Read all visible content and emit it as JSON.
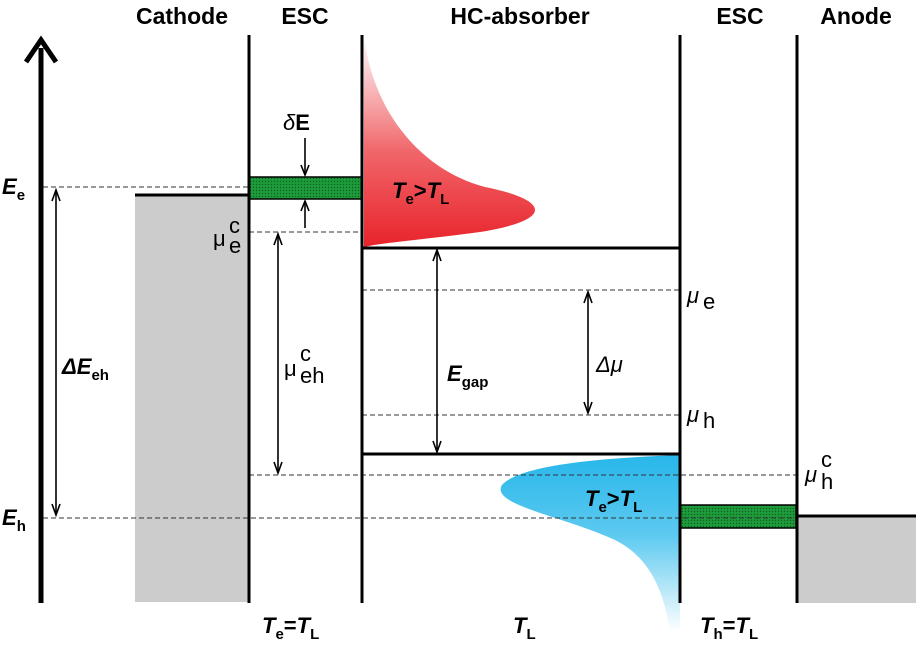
{
  "titles": {
    "cathode": "Cathode",
    "esc_left": "ESC",
    "absorber": "HC-absorber",
    "esc_right": "ESC",
    "anode": "Anode"
  },
  "levels": {
    "E": "E",
    "e_sub": "e",
    "h_sub": "h"
  },
  "labels": {
    "delta_E_eh": {
      "main": "ΔE",
      "sub": "eh"
    },
    "mu_e_c": {
      "main": "μ",
      "sub": "e",
      "sup": "c"
    },
    "mu_eh_c": {
      "main": "μ",
      "sub": "eh",
      "sup": "c"
    },
    "delta_E": {
      "prefix": "δ",
      "main": "E"
    },
    "E_gap": {
      "main": "E",
      "sub": "gap"
    },
    "delta_mu": {
      "main": "Δμ"
    },
    "mu_e": {
      "main": "μ",
      "sub": "e"
    },
    "mu_h": {
      "main": "μ",
      "sub": "h"
    },
    "mu_h_c": {
      "main": "μ",
      "sub": "h",
      "sup": "c"
    },
    "hot_electrons": {
      "t": "T",
      "sub1": "e",
      "op": ">",
      "sub2": "L"
    },
    "hot_holes": {
      "t": "T",
      "sub1": "e",
      "op": ">",
      "sub2": "L"
    }
  },
  "bottom_labels": {
    "left_esc": {
      "t": "T",
      "sub1": "e",
      "op": "=",
      "sub2": "L"
    },
    "absorber": {
      "t": "T",
      "sub": "L"
    },
    "right_esc": {
      "t": "T",
      "sub1": "h",
      "op": "=",
      "sub2": "L"
    }
  },
  "colors": {
    "electron_distribution": "#e8232b",
    "hole_distribution": "#28b7ea",
    "esc_band": "#1e9c3c",
    "metal_fill": "#cccccc"
  }
}
